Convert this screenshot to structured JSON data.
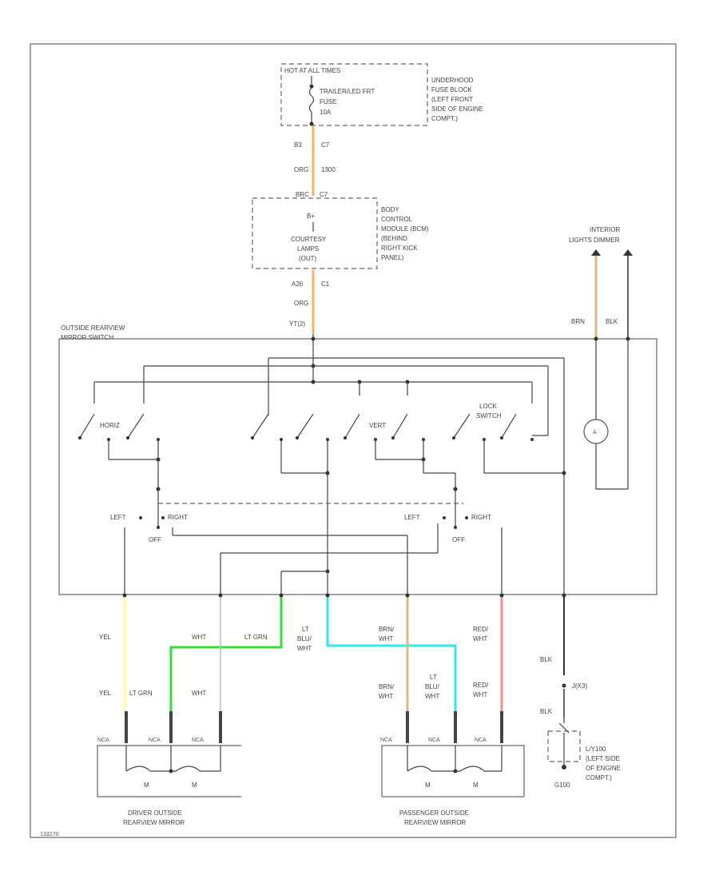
{
  "fuse_block": {
    "header": "HOT AT ALL TIMES",
    "fuse_name": "TRAILER/LED FRT",
    "fuse_word": "FUSE",
    "fuse_amp": "10A",
    "location": [
      "UNDERHOOD",
      "FUSE BLOCK",
      "(LEFT FRONT",
      "SIDE OF ENGINE",
      "COMPT.)"
    ]
  },
  "wire_fuse_to_bcm": {
    "pin": "B3",
    "pin_b": "C7",
    "color": "ORG",
    "circuit": "1300"
  },
  "bcm": {
    "top_pin": "BRC",
    "top_pin_b": "C7",
    "bplus": "B+",
    "function": [
      "COURTESY",
      "LAMPS",
      "(OUT)"
    ],
    "location": [
      "BODY",
      "CONTROL",
      "MODULE (BCM)",
      "(BEHIND",
      "RIGHT KICK",
      "PANEL)"
    ]
  },
  "wire_bcm_to_switch": {
    "pin": "A26",
    "pin_b": "C1",
    "color": "ORG",
    "pin_c": "YT(2)"
  },
  "mirror_switch": {
    "title": [
      "OUTSIDE REARVIEW",
      "MIRROR SWITCH"
    ],
    "horiz_label": "HORIZ",
    "vert_label": "VERT",
    "lock_label": [
      "LOCK",
      "SWITCH"
    ],
    "left_a": "LEFT",
    "right_a": "RIGHT",
    "off_a": "OFF",
    "left_b": "LEFT",
    "right_b": "RIGHT",
    "off_b": "OFF",
    "lamp_symbol": "A"
  },
  "interior_lights": {
    "label": [
      "INTERIOR",
      "LIGHTS DIMMER"
    ],
    "wire_a": "BRN",
    "wire_b": "BLK"
  },
  "wires": {
    "yel_top": "YEL",
    "wht_top": "WHT",
    "ltgrn_top": "LT GRN",
    "ltblu_top": [
      "LT",
      "BLU/",
      "WHT"
    ],
    "brnwht_top": [
      "BRN/",
      "WHT"
    ],
    "redwht_top": [
      "RED/",
      "WHT"
    ],
    "blk_top": "BLK",
    "yel_bot": "YEL",
    "ltgrn_bot": "LT GRN",
    "wht_bot": "WHT",
    "brnwht_bot": [
      "BRN/",
      "WHT"
    ],
    "ltblu_bot": [
      "LT",
      "BLU/",
      "WHT"
    ],
    "redwht_bot": [
      "RED/",
      "WHT"
    ],
    "blk_bot": "BLK",
    "splice": "J(X3)"
  },
  "driver_mirror": {
    "name": [
      "DRIVER OUTSIDE",
      "REARVIEW MIRROR"
    ],
    "conn": "NCA",
    "motor": "M"
  },
  "passenger_mirror": {
    "name": [
      "PASSENGER OUTSIDE",
      "REARVIEW MIRROR"
    ],
    "conn": "NCA",
    "motor": "M"
  },
  "ground": {
    "location": [
      "L/Y100",
      "(LEFT SIDE",
      "OF ENGINE",
      "COMPT.)"
    ],
    "id": "G100"
  },
  "footer_code": "133270",
  "colors": {
    "orange": "#f6b36b",
    "yellow": "#ffff99",
    "green": "#33dd33",
    "cyan": "#33e6ee",
    "tan": "#d6bb88",
    "red": "#f29090",
    "dark": "#333333"
  }
}
